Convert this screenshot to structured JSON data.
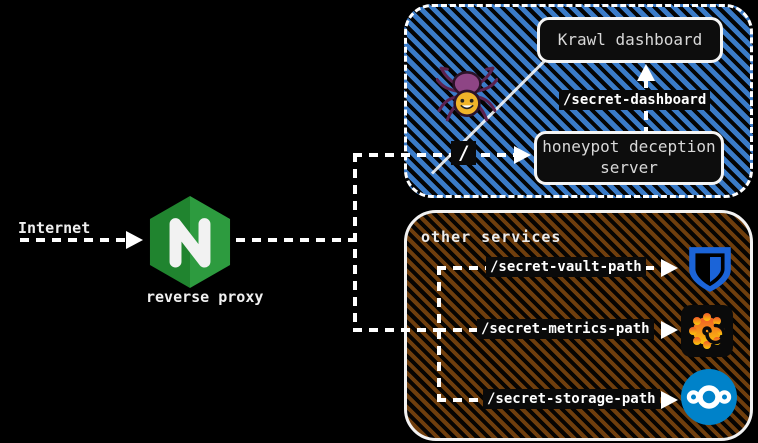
{
  "internet": {
    "label": "Internet"
  },
  "proxy": {
    "label": "reverse proxy",
    "icon": "nginx-logo",
    "green": "#2d9b3f"
  },
  "honeypot_zone": {
    "hatch_color": "#3a7bc8",
    "spider_icon": "spider-icon",
    "krawl_label": "Krawl dashboard",
    "dashboard_path": "/secret-dashboard",
    "honeypot_label": "honeypot deception server",
    "root_path": "/"
  },
  "services_zone": {
    "hatch_color": "#6f3e0d",
    "title": "other services",
    "routes": [
      {
        "path": "/secret-vault-path",
        "icon": "bitwarden-shield-icon",
        "color": "#1b64d8"
      },
      {
        "path": "/secret-metrics-path",
        "icon": "grafana-icon",
        "color": "#f05a28"
      },
      {
        "path": "/secret-storage-path",
        "icon": "nextcloud-icon",
        "color": "#0082c9"
      }
    ]
  }
}
